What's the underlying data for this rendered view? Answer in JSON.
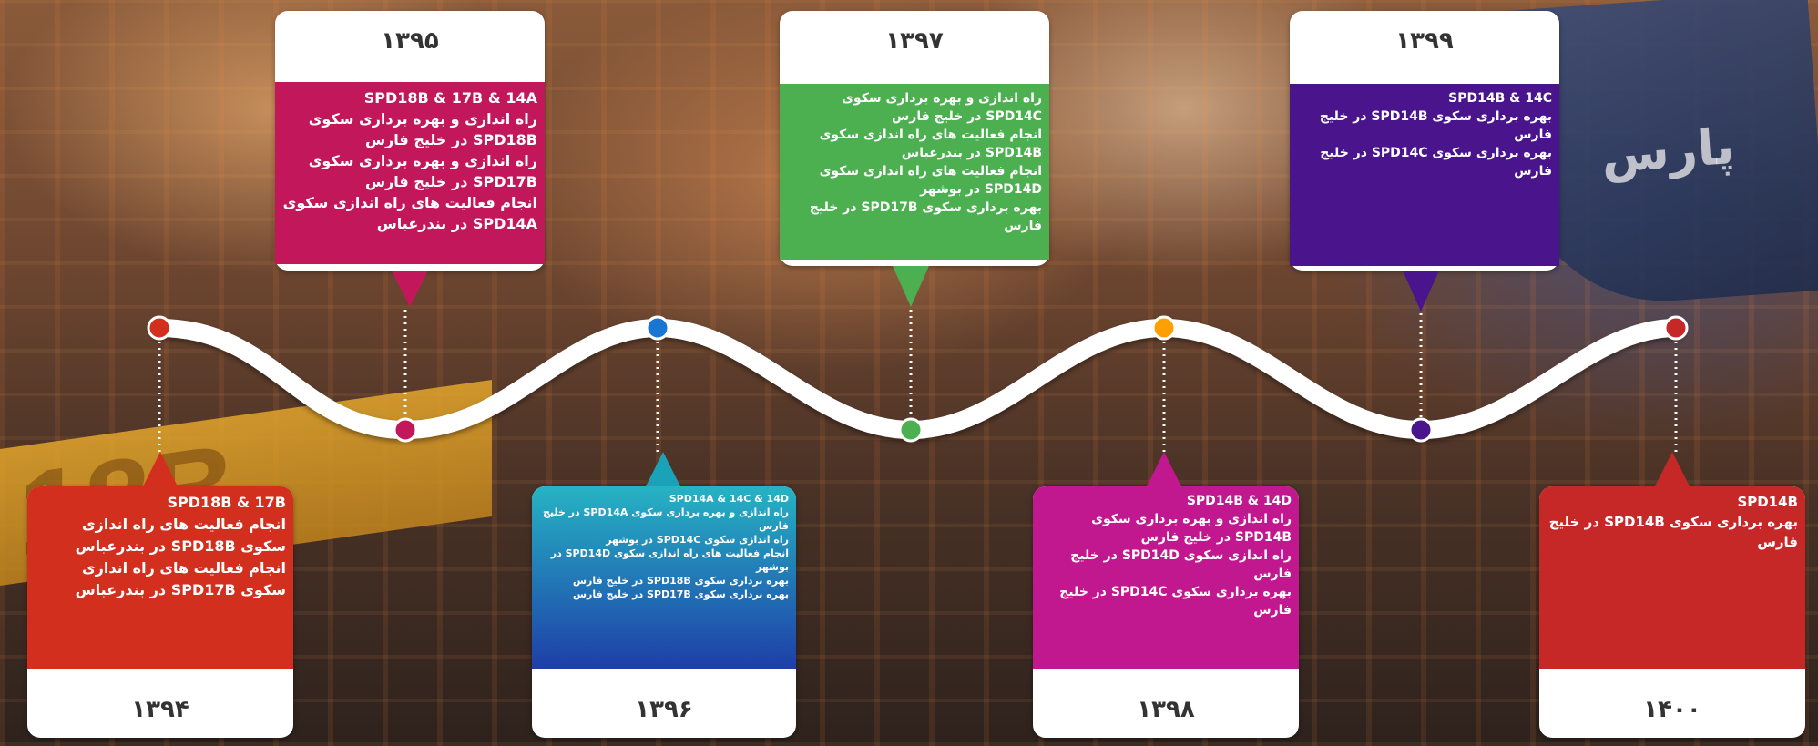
{
  "colors": {
    "c1394": "#d32f1e",
    "c1395": "#c2185b",
    "c1396": "#1976d2",
    "c1397": "#4caf50",
    "c1398": "#c2188f",
    "c1399": "#4a148c",
    "c1400": "#c62828"
  },
  "cards": {
    "y1395": {
      "year": "۱۳۹۵",
      "lines": [
        "SPD18B & 17B & 14A",
        "راه اندازی و بهره برداری سکوی SPD18B در خلیج فارس",
        "راه اندازی و بهره برداری سکوی SPD17B در خلیج فارس",
        "انجام فعالیت های راه اندازی سکوی SPD14A در بندرعباس"
      ]
    },
    "y1397": {
      "year": "۱۳۹۷",
      "lines": [
        "راه اندازی و بهره برداری سکوی SPD14C در خلیج فارس",
        "انجام فعالیت های راه اندازی سکوی SPD14B در بندرعباس",
        "انجام فعالیت های راه اندازی سکوی SPD14D در بوشهر",
        "بهره برداری سکوی SPD17B در خلیج فارس"
      ]
    },
    "y1399": {
      "year": "۱۳۹۹",
      "lines": [
        "SPD14B & 14C",
        "بهره برداری سکوی SPD14B در خلیج فارس",
        "بهره برداری سکوی SPD14C در خلیج فارس"
      ]
    },
    "y1394": {
      "year": "۱۳۹۴",
      "lines": [
        "SPD18B & 17B",
        "انجام فعالیت های راه اندازی سکوی SPD18B در بندرعباس",
        "انجام فعالیت های راه اندازی سکوی SPD17B در بندرعباس"
      ]
    },
    "y1396": {
      "year": "۱۳۹۶",
      "lines": [
        "SPD14A & 14C & 14D",
        "راه اندازی و بهره برداری سکوی SPD14A در خلیج فارس",
        "راه اندازی سکوی SPD14C در بوشهر",
        "انجام فعالیت های راه اندازی سکوی SPD14D در بوشهر",
        "بهره برداری سکوی SPD18B در خلیج فارس",
        "بهره برداری سکوی SPD17B در خلیج فارس"
      ]
    },
    "y1398": {
      "year": "۱۳۹۸",
      "lines": [
        "SPD14B & 14D",
        "راه اندازی و بهره برداری سکوی SPD14B در خلیج فارس",
        "راه اندازی سکوی SPD14D در خلیج فارس",
        "بهره برداری سکوی SPD14C در خلیج فارس"
      ]
    },
    "y1400": {
      "year": "۱۴۰۰",
      "lines": [
        "SPD14B",
        "بهره برداری سکوی SPD14B در خلیج فارس"
      ]
    }
  },
  "background": {
    "sign_text": "18B",
    "flag_text": "پارس"
  }
}
